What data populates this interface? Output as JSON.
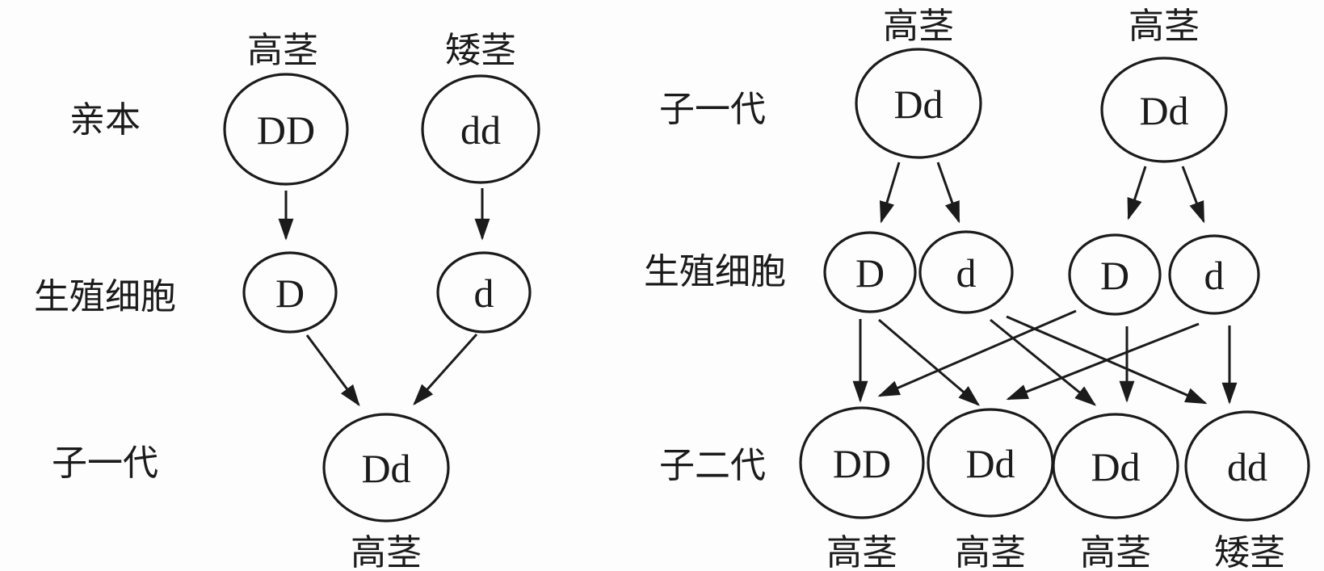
{
  "colors": {
    "ink": "#1b1b1b",
    "background": "#fdfdfd"
  },
  "left_diagram": {
    "row_labels": {
      "parents": "亲本",
      "gametes": "生殖细胞",
      "f1": "子一代"
    },
    "parent1": {
      "phenotype": "高茎",
      "genotype": "DD"
    },
    "parent2": {
      "phenotype": "矮茎",
      "genotype": "dd"
    },
    "gamete1": "D",
    "gamete2": "d",
    "f1": {
      "genotype": "Dd",
      "phenotype": "高茎"
    }
  },
  "right_diagram": {
    "row_labels": {
      "f1": "子一代",
      "gametes": "生殖细胞",
      "f2": "子二代"
    },
    "f1_1": {
      "phenotype": "高茎",
      "genotype": "Dd"
    },
    "f1_2": {
      "phenotype": "高茎",
      "genotype": "Dd"
    },
    "gametes": [
      "D",
      "d",
      "D",
      "d"
    ],
    "f2": [
      {
        "genotype": "DD",
        "phenotype": "高茎"
      },
      {
        "genotype": "Dd",
        "phenotype": "高茎"
      },
      {
        "genotype": "Dd",
        "phenotype": "高茎"
      },
      {
        "genotype": "dd",
        "phenotype": "矮茎"
      }
    ]
  }
}
